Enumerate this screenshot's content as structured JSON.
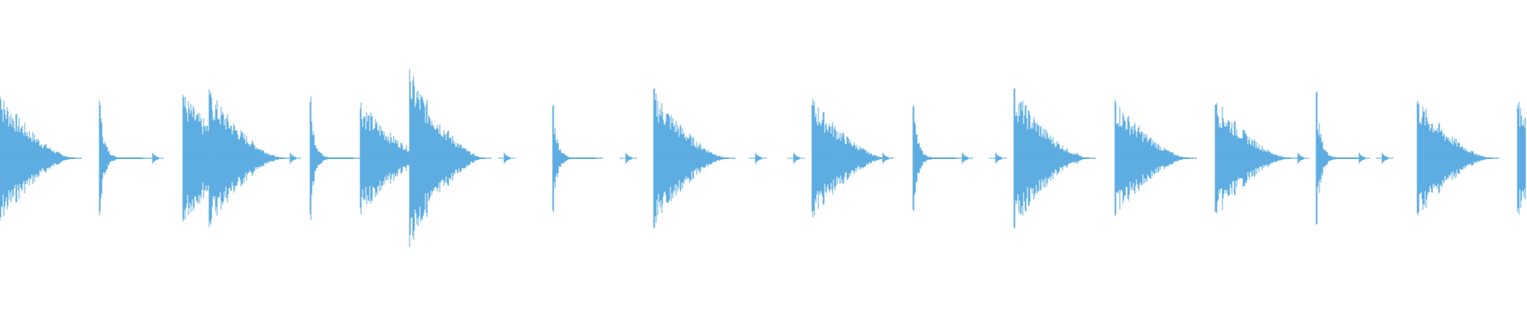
{
  "waveform": {
    "color": "#5dade2",
    "background": "#ffffff",
    "hits": [
      {
        "t": 0.0,
        "amp": 0.74,
        "kind": "long"
      },
      {
        "t": 0.065,
        "amp": 0.68,
        "kind": "short"
      },
      {
        "t": 0.12,
        "amp": 0.75,
        "kind": "long"
      },
      {
        "t": 0.137,
        "amp": 0.78,
        "kind": "long"
      },
      {
        "t": 0.203,
        "amp": 0.69,
        "kind": "short"
      },
      {
        "t": 0.236,
        "amp": 0.65,
        "kind": "long"
      },
      {
        "t": 0.268,
        "amp": 1.0,
        "kind": "long"
      },
      {
        "t": 0.362,
        "amp": 0.63,
        "kind": "short"
      },
      {
        "t": 0.428,
        "amp": 0.78,
        "kind": "long"
      },
      {
        "t": 0.532,
        "amp": 0.69,
        "kind": "long"
      },
      {
        "t": 0.598,
        "amp": 0.65,
        "kind": "short"
      },
      {
        "t": 0.664,
        "amp": 0.79,
        "kind": "long"
      },
      {
        "t": 0.73,
        "amp": 0.67,
        "kind": "long"
      },
      {
        "t": 0.796,
        "amp": 0.68,
        "kind": "long"
      },
      {
        "t": 0.862,
        "amp": 0.76,
        "kind": "short"
      },
      {
        "t": 0.928,
        "amp": 0.68,
        "kind": "long"
      },
      {
        "t": 0.994,
        "amp": 0.65,
        "kind": "long"
      }
    ],
    "ticks": [
      0.1,
      0.19,
      0.33,
      0.41,
      0.465,
      0.495,
      0.52,
      0.55,
      0.578,
      0.63,
      0.652,
      0.705,
      0.85,
      0.89,
      0.905
    ]
  }
}
